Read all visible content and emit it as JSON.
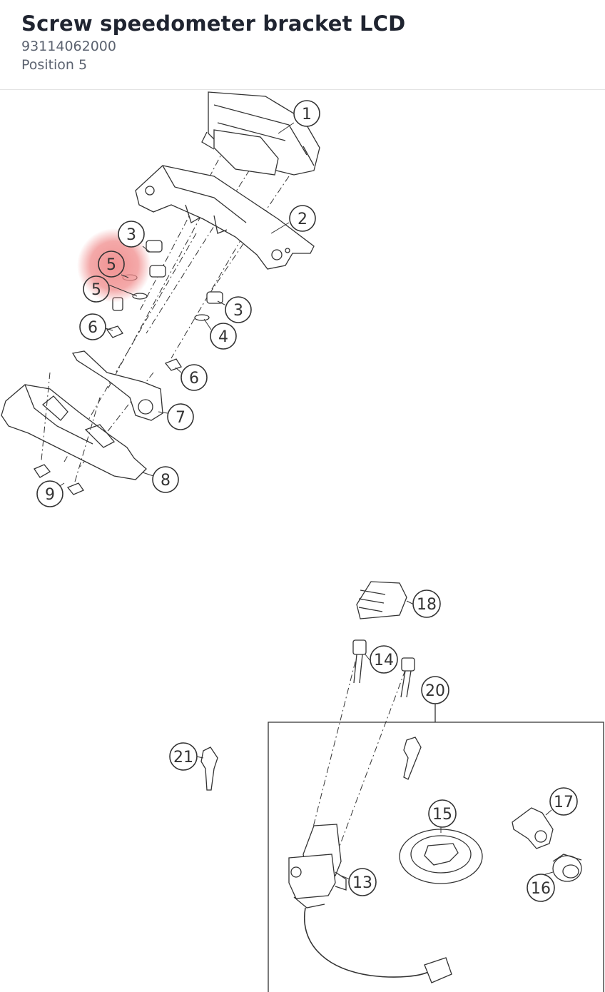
{
  "header": {
    "title": "Screw speedometer bracket LCD",
    "part_number": "93114062000",
    "position": "Position 5"
  },
  "diagram": {
    "highlight_color": "#f08c8c",
    "callouts": {
      "c1": "1",
      "c2": "2",
      "c3a": "3",
      "c3b": "3",
      "c4": "4",
      "c5a": "5",
      "c5b": "5",
      "c6a": "6",
      "c6b": "6",
      "c7": "7",
      "c8": "8",
      "c9": "9",
      "c13": "13",
      "c14": "14",
      "c15": "15",
      "c16": "16",
      "c17": "17",
      "c18": "18",
      "c20": "20",
      "c21": "21"
    }
  }
}
